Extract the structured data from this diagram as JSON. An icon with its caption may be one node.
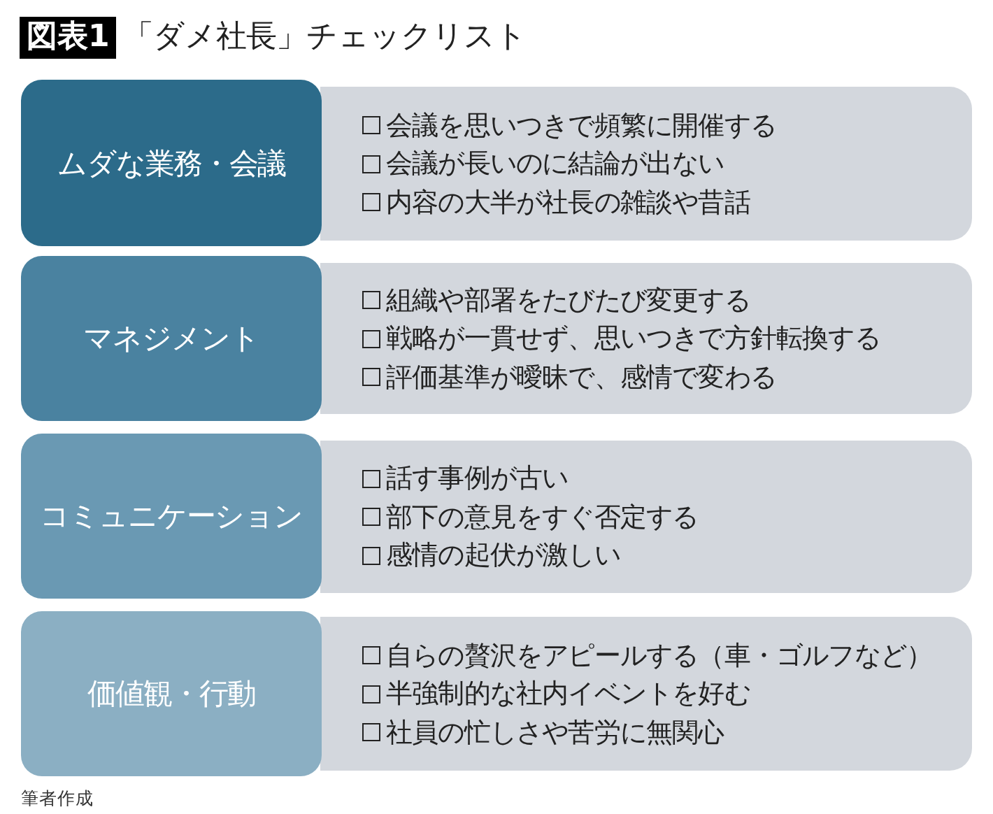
{
  "diagram": {
    "title": "「ダメ社長」チェックリスト",
    "caption": "筆者作成",
    "nodes": [
      {
        "text": [
          "ムダな業務・会議"
        ]
      },
      {
        "text": [
          "会議を思いつきで頻繁に開催する",
          "会議が長いのに結論が出ない",
          "内容の大半が社長の雑談や昔話"
        ]
      },
      {
        "text": [
          "マネジメント"
        ]
      },
      {
        "text": [
          "組織や部署をたびたび変更する",
          "戦略が一貫せず、思いつきで方針転換する",
          "評価基準が曖昧で、感情で変わる"
        ]
      },
      {
        "text": [
          "コミュニケーション"
        ]
      },
      {
        "text": [
          "話す事例が古い",
          "部下の意見をすぐ否定する",
          "感情の起伏が激しい"
        ]
      },
      {
        "text": [
          "価値観・行動"
        ]
      },
      {
        "text": [
          "自らの贅沢をアピールする（車・ゴルフなど）",
          "半強制的な社内イベントを好む",
          "社員の忙しさや苦労に無関心"
        ]
      }
    ],
    "labels": [
      "図表1"
    ]
  }
}
